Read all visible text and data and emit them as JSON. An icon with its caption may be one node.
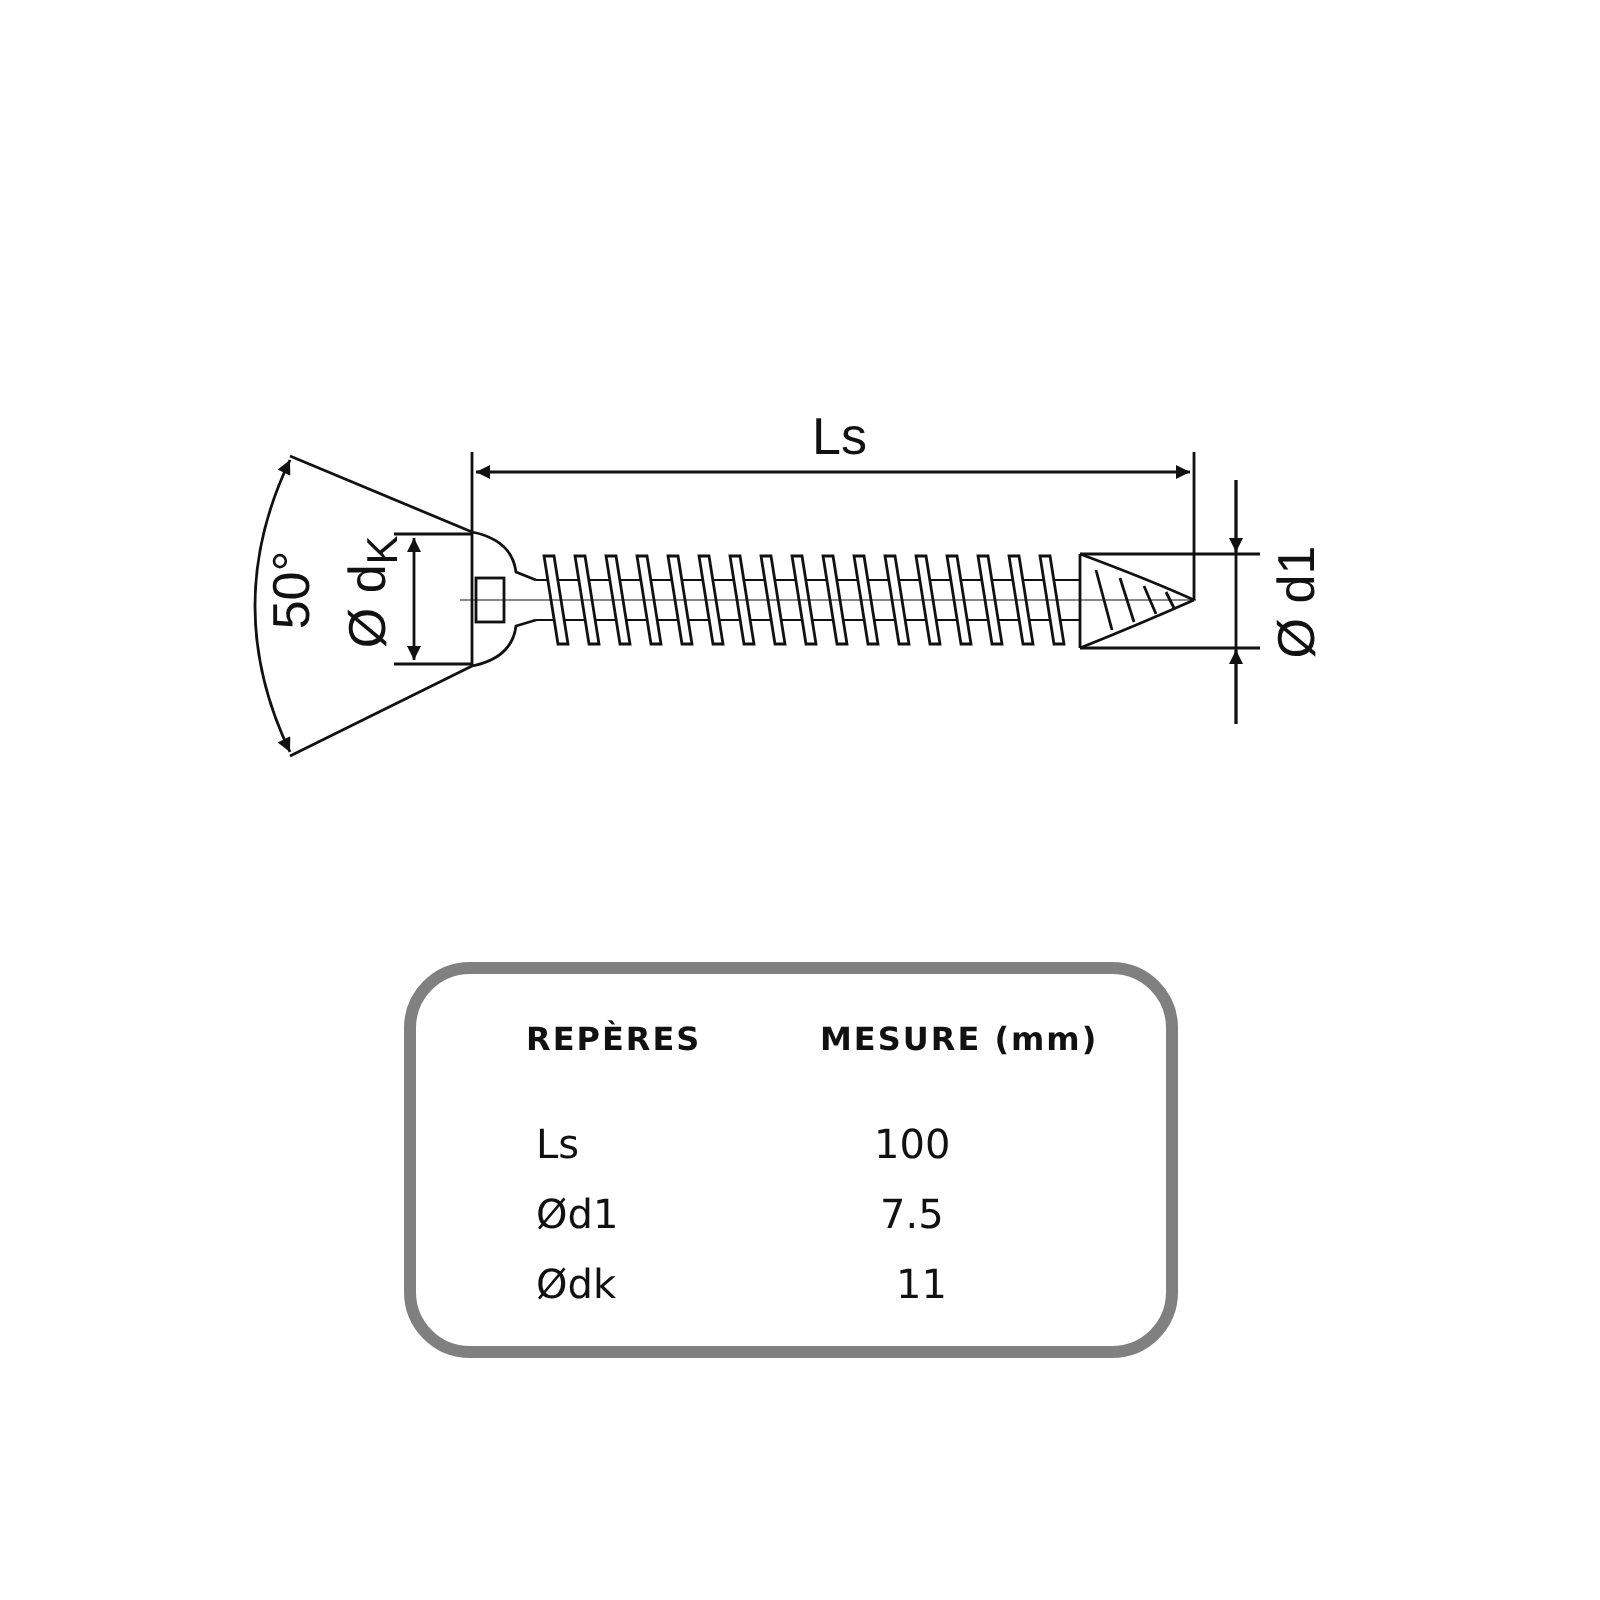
{
  "diagram": {
    "labels": [
      "Ls",
      "50°",
      "Ø d$_{K}$",
      "Ø d1",
      "REPÈRES",
      "MESURE (mm)",
      "Ls",
      "100",
      "Ød1",
      "7.5",
      "Ødk",
      "11"
    ]
  }
}
